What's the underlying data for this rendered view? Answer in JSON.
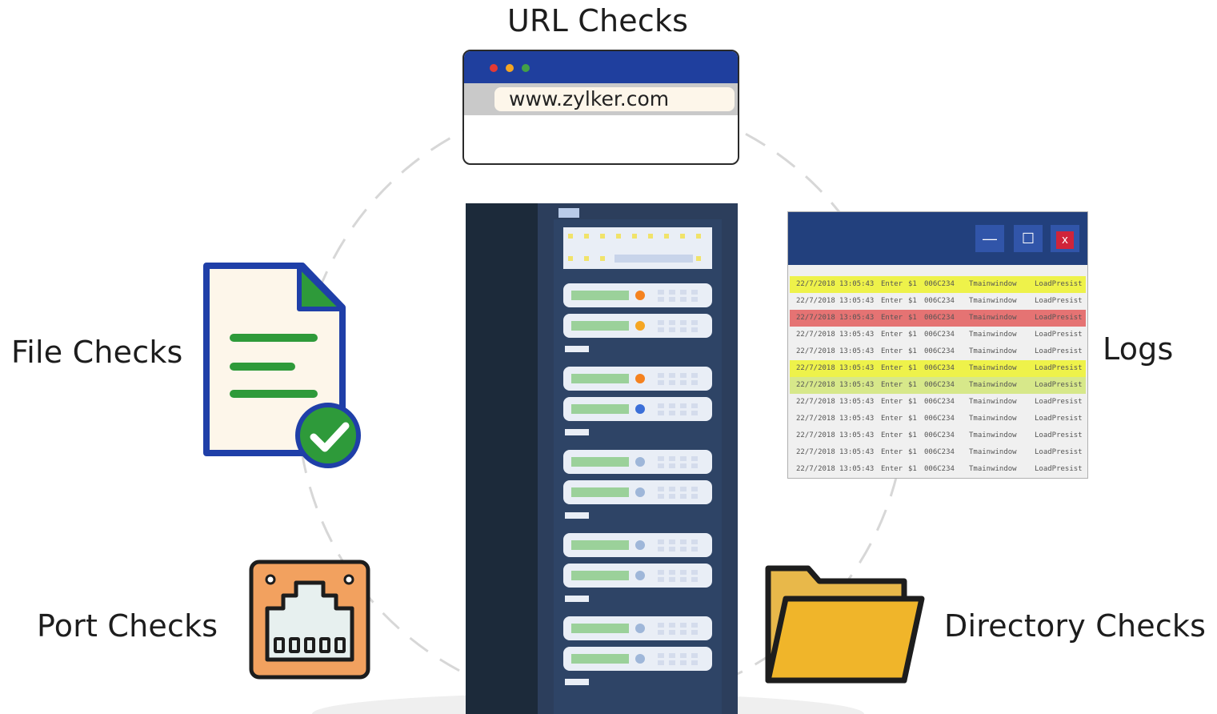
{
  "labels": {
    "url": "URL Checks",
    "file": "File Checks",
    "logs": "Logs",
    "port": "Port Checks",
    "directory": "Directory Checks"
  },
  "browser": {
    "url": "www.zylker.com",
    "dot_colors": [
      "#e53935",
      "#f5a623",
      "#43a047"
    ]
  },
  "log_window": {
    "controls": [
      "—",
      "☐",
      "x"
    ],
    "rows": [
      {
        "date": "22/7/2018",
        "time": "13:05:43",
        "action": "Enter",
        "amount": "$1",
        "code": "006C234",
        "window": "Tmainwindow",
        "event": "LoadPresist",
        "highlight": "yellow"
      },
      {
        "date": "22/7/2018",
        "time": "13:05:43",
        "action": "Enter",
        "amount": "$1",
        "code": "006C234",
        "window": "Tmainwindow",
        "event": "LoadPresist",
        "highlight": "none"
      },
      {
        "date": "22/7/2018",
        "time": "13:05:43",
        "action": "Enter",
        "amount": "$1",
        "code": "006C234",
        "window": "Tmainwindow",
        "event": "LoadPresist",
        "highlight": "red"
      },
      {
        "date": "22/7/2018",
        "time": "13:05:43",
        "action": "Enter",
        "amount": "$1",
        "code": "006C234",
        "window": "Tmainwindow",
        "event": "LoadPresist",
        "highlight": "none"
      },
      {
        "date": "22/7/2018",
        "time": "13:05:43",
        "action": "Enter",
        "amount": "$1",
        "code": "006C234",
        "window": "Tmainwindow",
        "event": "LoadPresist",
        "highlight": "none"
      },
      {
        "date": "22/7/2018",
        "time": "13:05:43",
        "action": "Enter",
        "amount": "$1",
        "code": "006C234",
        "window": "Tmainwindow",
        "event": "LoadPresist",
        "highlight": "yellow"
      },
      {
        "date": "22/7/2018",
        "time": "13:05:43",
        "action": "Enter",
        "amount": "$1",
        "code": "006C234",
        "window": "Tmainwindow",
        "event": "LoadPresist",
        "highlight": "green"
      },
      {
        "date": "22/7/2018",
        "time": "13:05:43",
        "action": "Enter",
        "amount": "$1",
        "code": "006C234",
        "window": "Tmainwindow",
        "event": "LoadPresist",
        "highlight": "none"
      },
      {
        "date": "22/7/2018",
        "time": "13:05:43",
        "action": "Enter",
        "amount": "$1",
        "code": "006C234",
        "window": "Tmainwindow",
        "event": "LoadPresist",
        "highlight": "none"
      },
      {
        "date": "22/7/2018",
        "time": "13:05:43",
        "action": "Enter",
        "amount": "$1",
        "code": "006C234",
        "window": "Tmainwindow",
        "event": "LoadPresist",
        "highlight": "none"
      },
      {
        "date": "22/7/2018",
        "time": "13:05:43",
        "action": "Enter",
        "amount": "$1",
        "code": "006C234",
        "window": "Tmainwindow",
        "event": "LoadPresist",
        "highlight": "none"
      },
      {
        "date": "22/7/2018",
        "time": "13:05:43",
        "action": "Enter",
        "amount": "$1",
        "code": "006C234",
        "window": "Tmainwindow",
        "event": "LoadPresist",
        "highlight": "none"
      }
    ],
    "highlight_colors": {
      "yellow": "#eef24a",
      "red": "#e57373",
      "green": "#d7e88a",
      "none": "transparent"
    }
  },
  "server": {
    "led_colors": [
      "#f5821f",
      "#f5a623",
      "#f5821f",
      "#3b6fd8",
      "#9fb7d9",
      "#9fb7d9",
      "#9fb7d9",
      "#9fb7d9",
      "#9fb7d9",
      "#9fb7d9"
    ]
  },
  "icons": {
    "file": "document-check-icon",
    "port": "ethernet-port-icon",
    "folder": "folder-icon",
    "server": "server-rack-icon",
    "browser": "browser-window-icon",
    "log": "log-window-icon"
  },
  "colors": {
    "file_border": "#1f3fa8",
    "file_lines": "#2e9a3a",
    "check_badge": "#2e9a3a",
    "port_fill": "#f2a15f",
    "folder_fill": "#f0b52a",
    "folder_back": "#e8b84a",
    "server_dark": "#1c2a3a",
    "server_panel": "#2c3e5c"
  }
}
